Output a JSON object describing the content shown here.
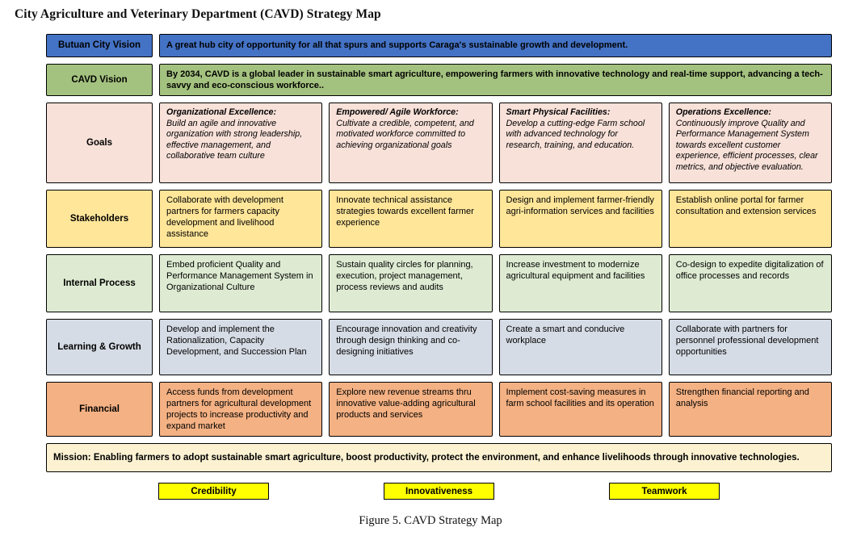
{
  "title": "City Agriculture and Veterinary Department (CAVD) Strategy Map",
  "caption": "Figure 5. CAVD Strategy Map",
  "colors": {
    "blue": "#4472C4",
    "green": "#A4C27F",
    "goals": "#F8E1D9",
    "stakeholders": "#FFE699",
    "internal": "#DEEBD2",
    "learning": "#D6DCE5",
    "financial": "#F4B183",
    "mission": "#FCF2D2",
    "values": "#FFFF00"
  },
  "butuan": {
    "label": "Butuan City Vision",
    "text": "A great hub city of opportunity for all that spurs and supports Caraga's sustainable growth and development."
  },
  "cavd": {
    "label": "CAVD Vision",
    "text": "By 2034, CAVD is a global leader in sustainable smart agriculture, empowering farmers with innovative technology and real-time support, advancing a tech-savvy and eco-conscious workforce.."
  },
  "rows": {
    "goals": {
      "label": "Goals",
      "cells": [
        {
          "heading": "Organizational Excellence:",
          "body": "Build an agile and innovative organization with strong leadership, effective management, and collaborative team culture"
        },
        {
          "heading": "Empowered/ Agile Workforce:",
          "body": "Cultivate a credible, competent, and motivated workforce committed to achieving organizational goals"
        },
        {
          "heading": "Smart Physical Facilities:",
          "body": "Develop a cutting-edge Farm school with advanced technology for research, training, and education."
        },
        {
          "heading": "Operations Excellence:",
          "body": "Continuously improve Quality and Performance Management System towards excellent customer experience, efficient processes, clear metrics, and objective evaluation."
        }
      ]
    },
    "stakeholders": {
      "label": "Stakeholders",
      "cells": [
        "Collaborate with development partners for farmers capacity development and livelihood assistance",
        "Innovate technical assistance strategies towards excellent farmer experience",
        "Design and implement farmer-friendly agri-information services and facilities",
        "Establish online portal for farmer consultation and extension services"
      ]
    },
    "internal": {
      "label": "Internal Process",
      "cells": [
        "Embed proficient Quality and Performance Management System in Organizational Culture",
        "Sustain quality circles for planning, execution, project management, process reviews and audits",
        "Increase investment to modernize agricultural equipment and facilities",
        "Co-design to expedite digitalization of office processes and records"
      ]
    },
    "learning": {
      "label": "Learning & Growth",
      "cells": [
        "Develop and implement the Rationalization, Capacity Development, and Succession Plan",
        "Encourage innovation and creativity through design thinking and co-designing initiatives",
        "Create a smart and conducive workplace",
        "Collaborate with partners for personnel professional development opportunities"
      ]
    },
    "financial": {
      "label": "Financial",
      "cells": [
        "Access funds from development partners for agricultural development projects to increase productivity and expand market",
        "Explore new revenue streams thru innovative value-adding agricultural products and services",
        "Implement cost-saving measures in farm school facilities and its operation",
        "Strengthen financial reporting and analysis"
      ]
    }
  },
  "mission": "Mission: Enabling farmers to adopt sustainable smart agriculture, boost productivity, protect the environment, and enhance livelihoods through innovative technologies.",
  "values": [
    "Credibility",
    "Innovativeness",
    "Teamwork"
  ]
}
